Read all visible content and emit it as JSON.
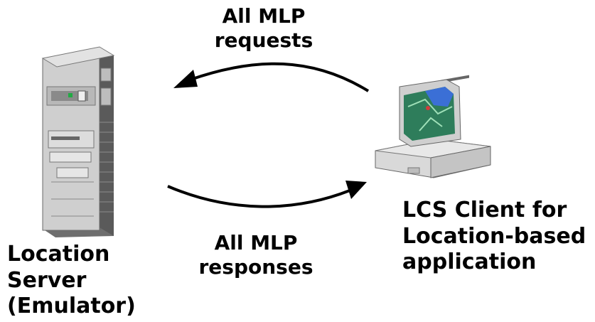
{
  "requests_label": [
    "All MLP",
    "requests"
  ],
  "responses_label": [
    "All MLP",
    "responses"
  ],
  "server_label": [
    "Location",
    "Server",
    "(Emulator)"
  ],
  "client_label": [
    "LCS Client for",
    "Location-based",
    "application"
  ]
}
